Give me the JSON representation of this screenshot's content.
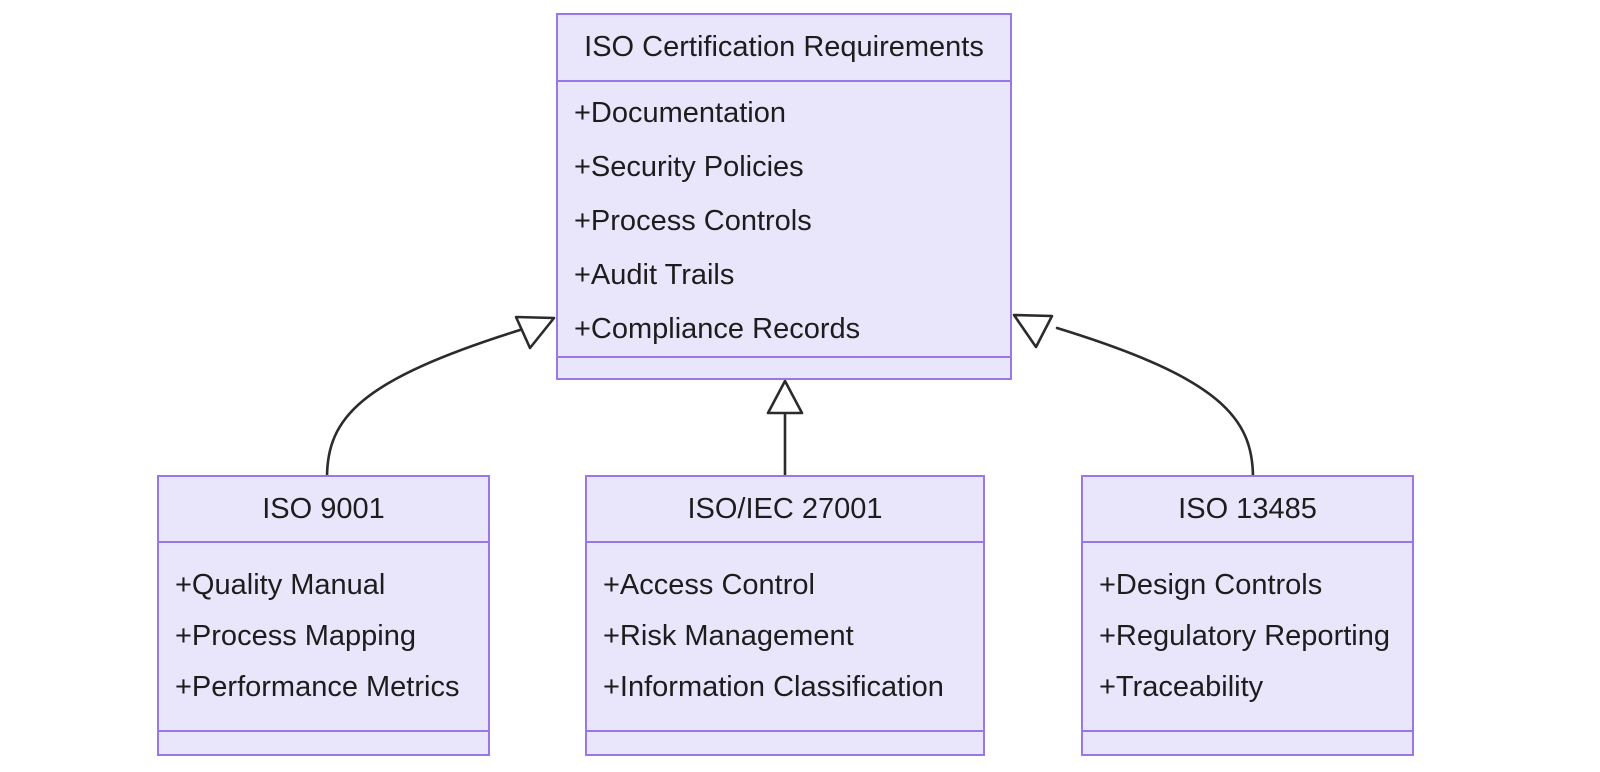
{
  "diagram": {
    "kind": "uml-class-diagram",
    "title": "ISO Certification Requirements",
    "background_color": "#ffffff",
    "class_fill_color": "#e9e6fb",
    "class_border_color": "#9a77e8",
    "text_color": "#1d1d1d",
    "edge_color": "#2b2b2b",
    "relationship_type": "generalization"
  },
  "classes": {
    "parent": {
      "name": "ISO Certification Requirements",
      "attributes": [
        "+Documentation",
        "+Security Policies",
        "+Process Controls",
        "+Audit Trails",
        "+Compliance Records"
      ],
      "methods": []
    },
    "iso9001": {
      "name": "ISO 9001",
      "attributes": [
        "+Quality Manual",
        "+Process Mapping",
        "+Performance Metrics"
      ],
      "methods": []
    },
    "iso27001": {
      "name": "ISO/IEC 27001",
      "attributes": [
        "+Access Control",
        "+Risk Management",
        "+Information Classification"
      ],
      "methods": []
    },
    "iso13485": {
      "name": "ISO 13485",
      "attributes": [
        "+Design Controls",
        "+Regulatory Reporting",
        "+Traceability"
      ],
      "methods": []
    }
  },
  "relationships": [
    {
      "from": "ISO 9001",
      "to": "ISO Certification Requirements",
      "type": "generalization",
      "arrow": "hollow-triangle"
    },
    {
      "from": "ISO/IEC 27001",
      "to": "ISO Certification Requirements",
      "type": "generalization",
      "arrow": "hollow-triangle"
    },
    {
      "from": "ISO 13485",
      "to": "ISO Certification Requirements",
      "type": "generalization",
      "arrow": "hollow-triangle"
    }
  ]
}
